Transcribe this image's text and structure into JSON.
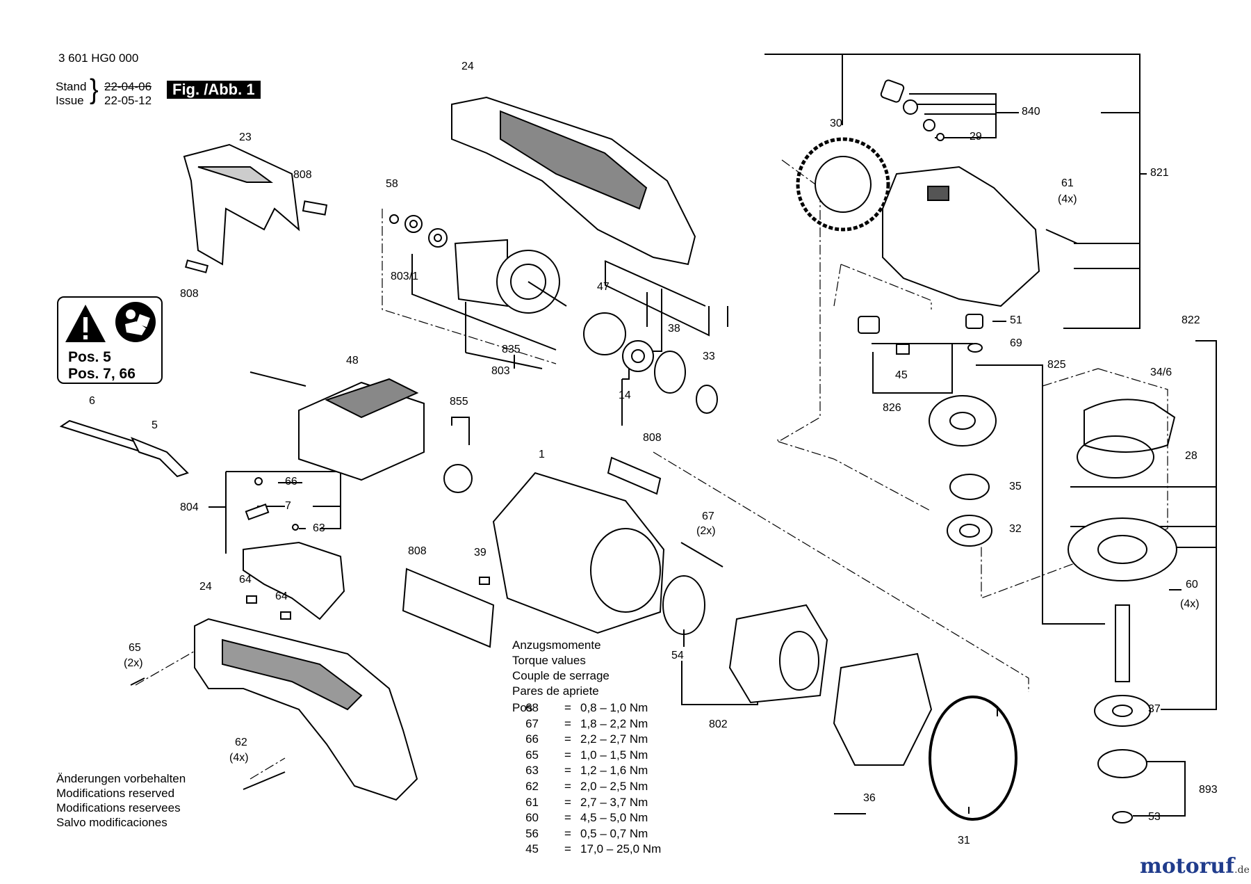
{
  "header": {
    "part_number": "3 601 HG0 000",
    "stand_label": "Stand",
    "issue_label": "Issue",
    "stand_date": "22-04-06",
    "issue_date": "22-05-12",
    "figure_label": "Fig. /Abb. 1"
  },
  "warning_box": {
    "icons": [
      "warning-triangle-icon",
      "read-manual-icon"
    ],
    "line1": "Pos. 5",
    "line2": "Pos. 7, 66"
  },
  "callouts": {
    "c24a": "24",
    "c23": "23",
    "c808a": "808",
    "c808b": "808",
    "c58": "58",
    "c803_1": "803/1",
    "c47": "47",
    "c835": "835",
    "c803": "803",
    "c38": "38",
    "c33": "33",
    "c14": "14",
    "c30": "30",
    "c840": "840",
    "c29": "29",
    "c821": "821",
    "c61": "61",
    "c61q": "(4x)",
    "c51": "51",
    "c69": "69",
    "c45": "45",
    "c826": "826",
    "c825": "825",
    "c822": "822",
    "c34_6": "34/6",
    "c28": "28",
    "c35": "35",
    "c32": "32",
    "c60": "60",
    "c60q": "(4x)",
    "c37": "37",
    "c893": "893",
    "c53": "53",
    "c31": "31",
    "c36": "36",
    "c802": "802",
    "c54": "54",
    "c67": "67",
    "c67q": "(2x)",
    "c1": "1",
    "c808c": "808",
    "c855": "855",
    "c48": "48",
    "c6": "6",
    "c5": "5",
    "c804": "804",
    "c66": "66",
    "c7": "7",
    "c63": "63",
    "c64a": "64",
    "c64b": "64",
    "c808d": "808",
    "c39": "39",
    "c24b": "24",
    "c65": "65",
    "c65q": "(2x)",
    "c62": "62",
    "c62q": "(4x)"
  },
  "torque": {
    "heading": [
      "Anzugsmomente",
      "Torque values",
      "Couple de serrage",
      "Pares de apriete"
    ],
    "pos_label": "Pos",
    "rows": [
      {
        "pos": "68",
        "eq": "=",
        "value": "0,8 – 1,0 Nm"
      },
      {
        "pos": "67",
        "eq": "=",
        "value": "1,8 – 2,2 Nm"
      },
      {
        "pos": "66",
        "eq": "=",
        "value": "2,2 – 2,7 Nm"
      },
      {
        "pos": "65",
        "eq": "=",
        "value": "1,0 – 1,5 Nm"
      },
      {
        "pos": "63",
        "eq": "=",
        "value": "1,2 – 1,6 Nm"
      },
      {
        "pos": "62",
        "eq": "=",
        "value": "2,0 – 2,5 Nm"
      },
      {
        "pos": "61",
        "eq": "=",
        "value": "2,7 – 3,7 Nm"
      },
      {
        "pos": "60",
        "eq": "=",
        "value": "4,5 – 5,0 Nm"
      },
      {
        "pos": "56",
        "eq": "=",
        "value": "0,5 – 0,7 Nm"
      },
      {
        "pos": "45",
        "eq": "=",
        "value": "17,0 – 25,0 Nm"
      }
    ]
  },
  "notes": [
    "Änderungen vorbehalten",
    "Modifications reserved",
    "Modifications reservees",
    "Salvo modificaciones"
  ],
  "watermark": {
    "name": "motoruf",
    "suffix": ".de"
  }
}
